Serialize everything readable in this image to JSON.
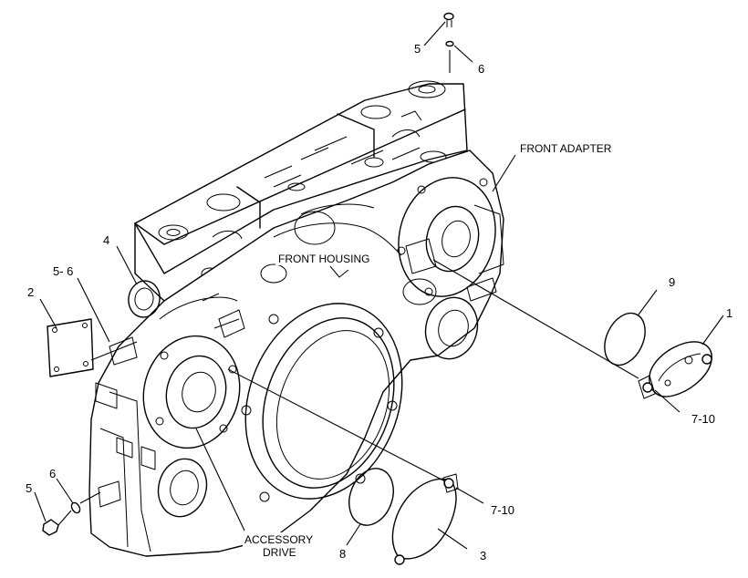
{
  "callouts": {
    "part_1": "1",
    "part_2": "2",
    "part_3": "3",
    "part_4": "4",
    "part_5_top": "5",
    "part_6_top": "6",
    "part_5_6": "5- 6",
    "part_9": "9",
    "part_7_10_upper": "7-10",
    "part_7_10_lower": "7-10",
    "part_5_bottom": "5",
    "part_6_bottom": "6",
    "part_8": "8"
  },
  "labels": {
    "front_adapter": "FRONT ADAPTER",
    "front_housing": "FRONT HOUSING",
    "accessory_drive_line1": "ACCESSORY",
    "accessory_drive_line2": "DRIVE"
  }
}
